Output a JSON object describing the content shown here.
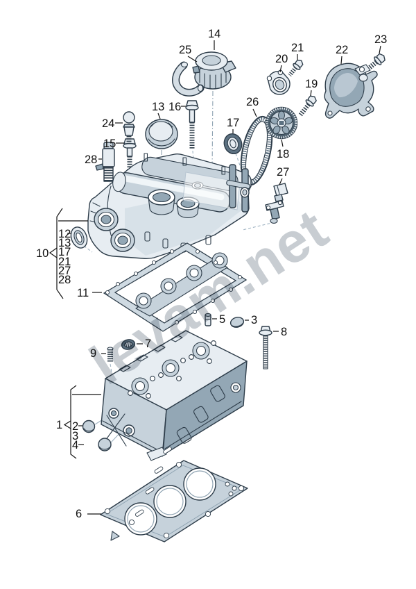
{
  "watermark": {
    "text": "levam.net",
    "color": "#c8cdd2"
  },
  "callouts": {
    "c1": "1",
    "c2": "2",
    "c3": "3",
    "c4": "4",
    "c5": "5",
    "c6": "6",
    "c7": "7",
    "c8": "8",
    "c9": "9",
    "c10": "10",
    "c11": "11",
    "c12": "12",
    "c13": "13",
    "c14": "14",
    "c15": "15",
    "c16": "16",
    "c17": "17",
    "c18": "18",
    "c19": "19",
    "c20": "20",
    "c21": "21",
    "c22": "22",
    "c23": "23",
    "c24": "24",
    "c25": "25",
    "c26": "26",
    "c27": "27",
    "c28": "28"
  },
  "groups": {
    "cylinder_head_assembly": {
      "bracket_label": "1",
      "items": [
        "2",
        "3",
        "4"
      ]
    },
    "cover_seal_kit": {
      "bracket_label": "10",
      "items": [
        "12",
        "13",
        "17",
        "21",
        "27",
        "28"
      ]
    }
  },
  "palette": {
    "outline": "#2e3d4a",
    "part_light": "#e7edf2",
    "part_mid": "#c6d2db",
    "part_dark": "#93a7b5",
    "part_deep": "#5c7181",
    "leader_line": "#9fb3c2",
    "label_text": "#111111"
  }
}
